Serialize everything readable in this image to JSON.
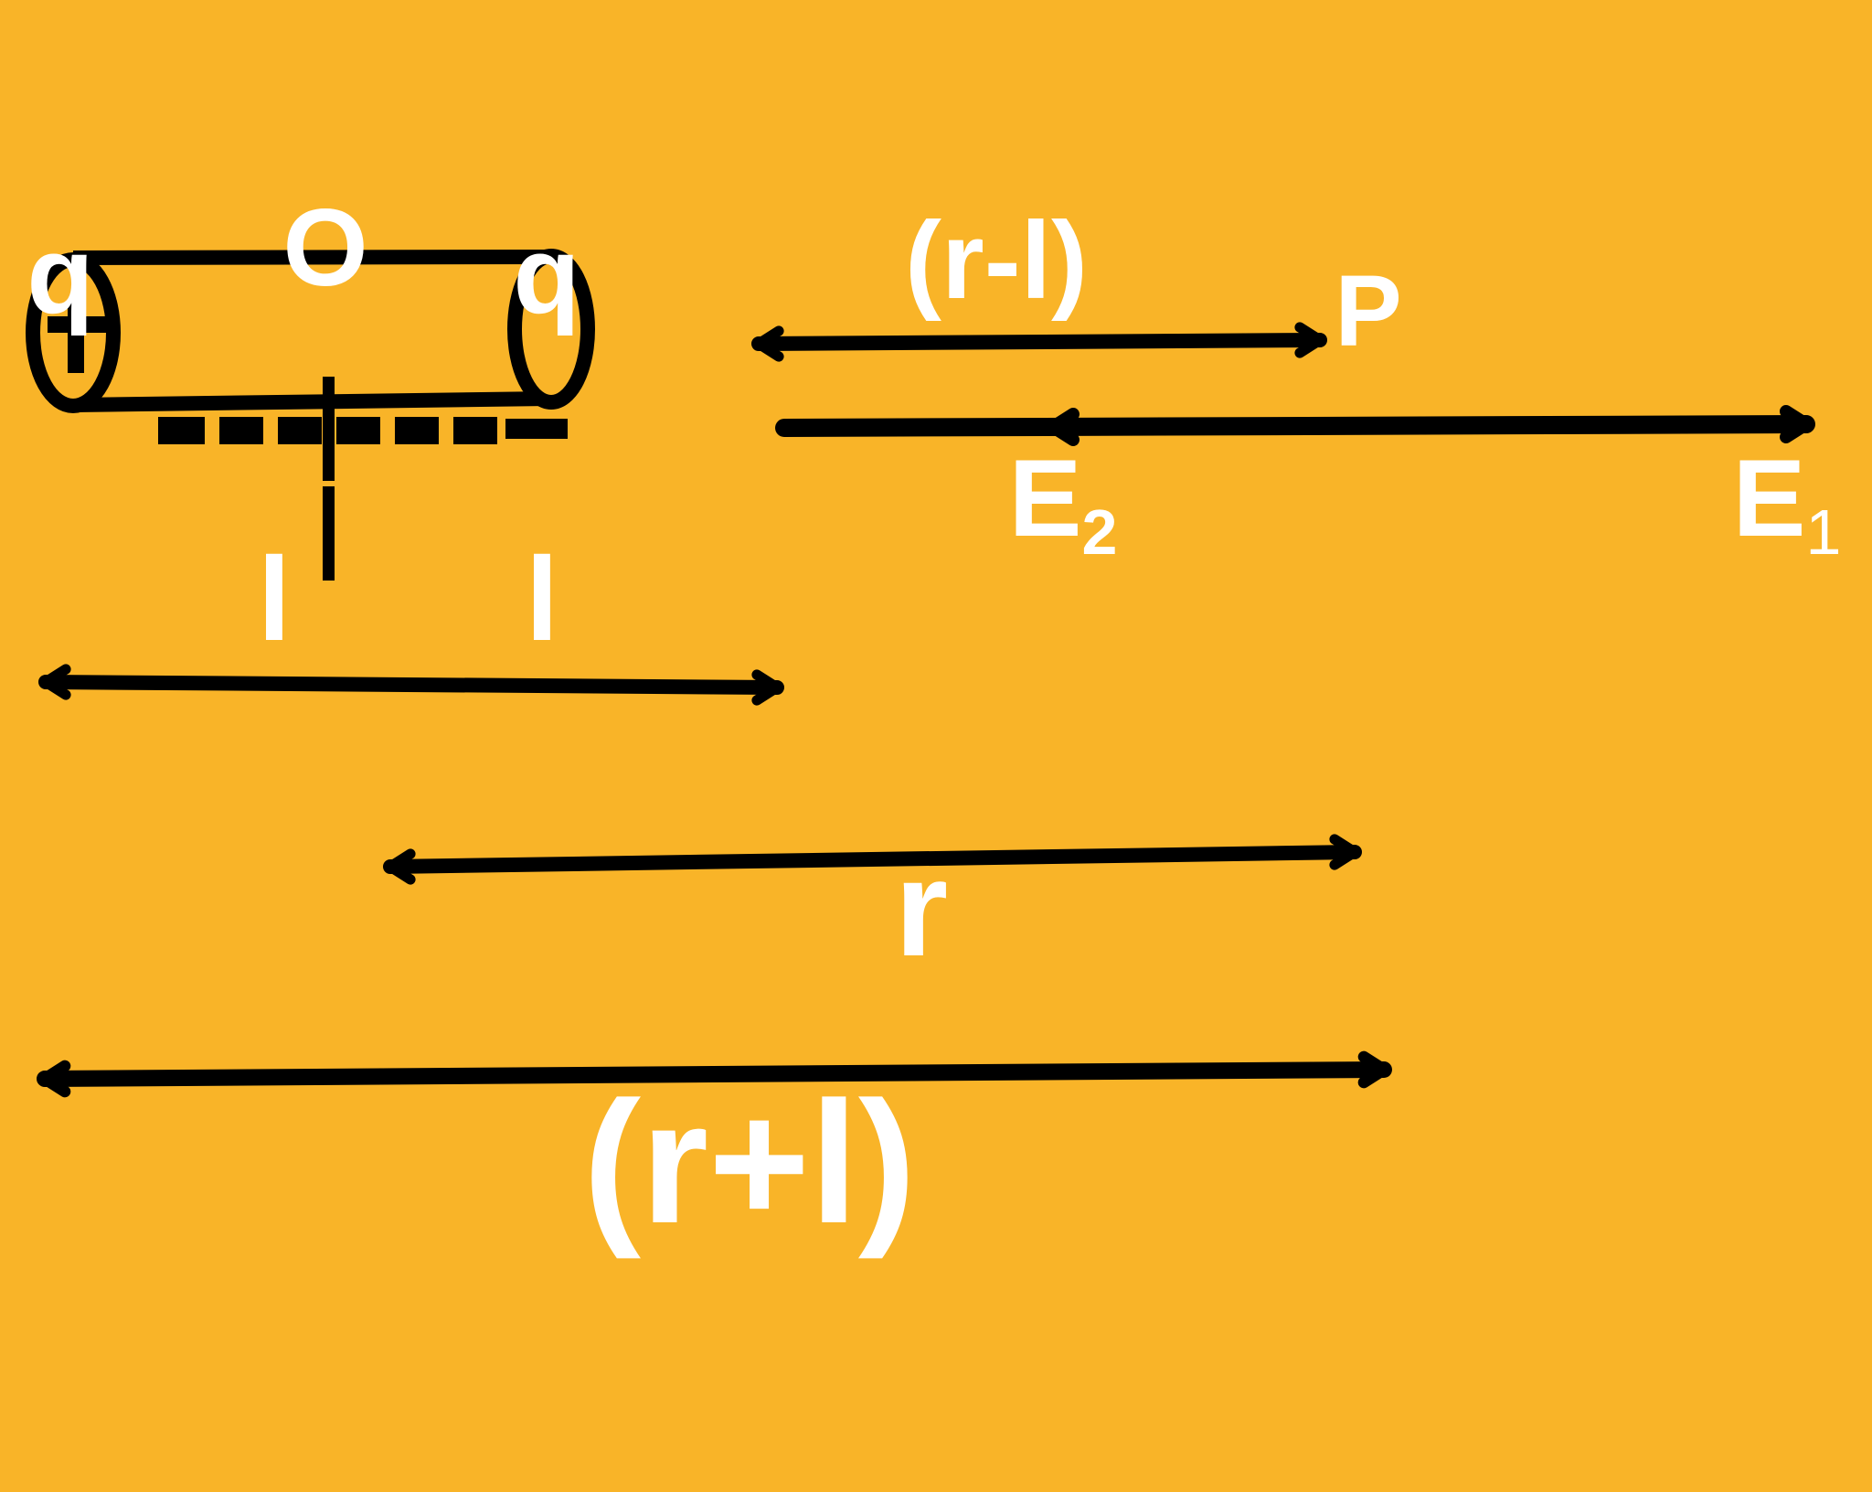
{
  "colors": {
    "background": "#F9B428",
    "ink": "#000000",
    "label": "#FFFFFF"
  },
  "labels": {
    "charge_left": "q",
    "center": "O",
    "charge_right": "q",
    "half_length_left": "l",
    "half_length_right": "l",
    "distance_near": "(r-l)",
    "point": "P",
    "field_2": "E",
    "field_2_sub": "2",
    "field_1": "E",
    "field_1_sub": "1",
    "distance_center": "r",
    "distance_far": "(r+l)"
  },
  "signs": {
    "left_end": "plus",
    "right_end": "minus"
  }
}
